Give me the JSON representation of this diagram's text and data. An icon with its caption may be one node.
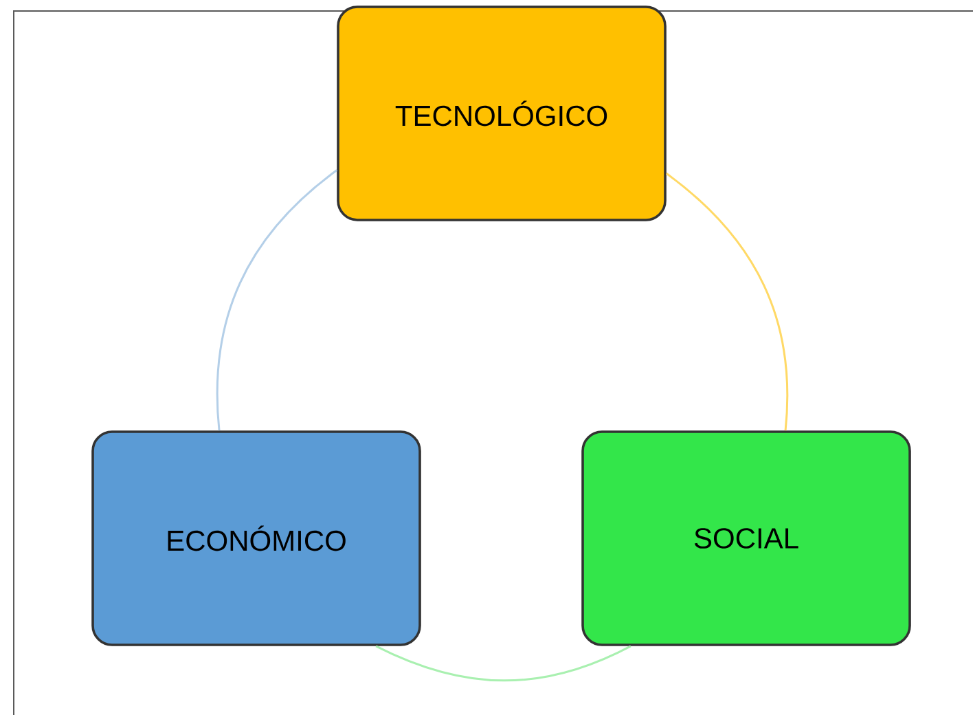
{
  "diagram": {
    "nodes": [
      {
        "text": [
          "TECNOLÓGICO"
        ]
      },
      {
        "text": [
          "ECONÓMICO"
        ]
      },
      {
        "text": [
          "SOCIAL"
        ]
      }
    ],
    "edges": [
      {
        "from": 0,
        "to": 2,
        "arrow": "none",
        "color": "#ffd966"
      },
      {
        "from": 2,
        "to": 1,
        "arrow": "none",
        "color": "#a9f0b0"
      },
      {
        "from": 1,
        "to": 0,
        "arrow": "none",
        "color": "#b4cfe8"
      }
    ]
  }
}
